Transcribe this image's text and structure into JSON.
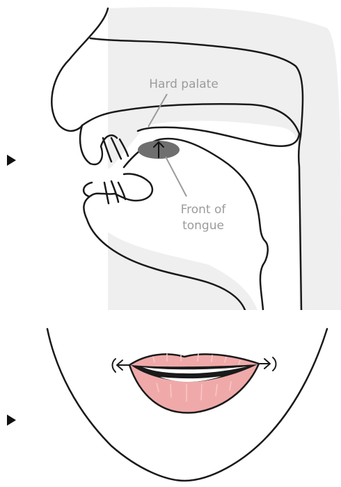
{
  "labels": {
    "hard_palate": "Hard palate",
    "front_of_tongue_line1": "Front of",
    "front_of_tongue_line2": "tongue"
  },
  "controls": {
    "play_buttons": [
      {
        "icon": "play-triangle-icon"
      },
      {
        "icon": "play-triangle-icon"
      }
    ]
  },
  "colors": {
    "background_shading": "#efefef",
    "outline": "#1a1a1a",
    "label_gray": "#9b9b9b",
    "tongue_highlight": "#6f6f6f",
    "lips_fill": "#f0a9a9",
    "lips_stripes": "#f7c9c9",
    "teeth": "#ffffff"
  }
}
